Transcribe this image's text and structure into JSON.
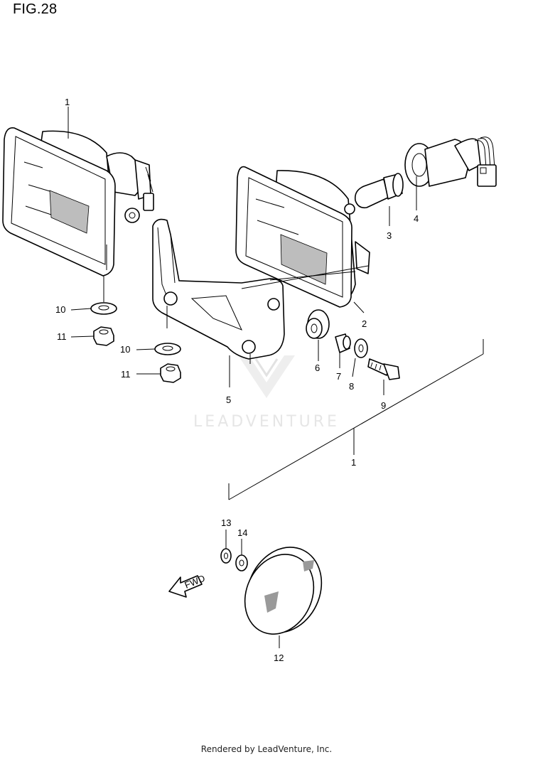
{
  "figure_title": "FIG.28",
  "watermark": "LEADVENTURE",
  "footer": "Rendered by LeadVenture, Inc.",
  "fwd_label": "FWD",
  "callouts": {
    "c1_top": "1",
    "c2": "2",
    "c3": "3",
    "c4": "4",
    "c5": "5",
    "c6": "6",
    "c7": "7",
    "c8": "8",
    "c9": "9",
    "c10_a": "10",
    "c10_b": "10",
    "c11_a": "11",
    "c11_b": "11",
    "c1_mid": "1",
    "c12": "12",
    "c13": "13",
    "c14": "14"
  }
}
